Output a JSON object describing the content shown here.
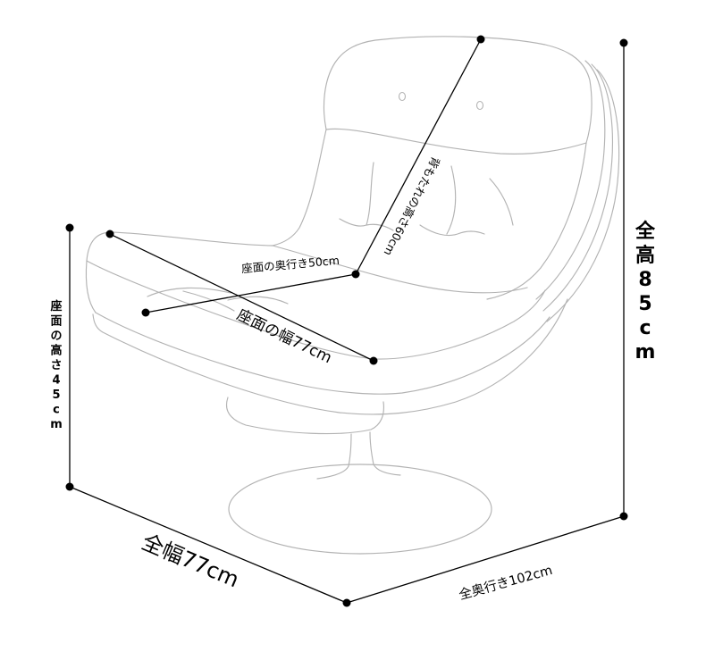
{
  "diagram": {
    "backrest_height_label": "背もたれの高さ60cm",
    "seat_depth_label": "座面の奥行き50cm",
    "seat_width_label": "座面の幅77cm",
    "total_height_label": "全高85cm",
    "seat_height_label": "座面の高さ45cm",
    "total_width_label": "全幅77cm",
    "total_depth_label": "全奥行き102cm"
  },
  "colors": {
    "dimension_line": "#000000",
    "chair_outline": "#b3b3b3",
    "background": "#ffffff"
  }
}
